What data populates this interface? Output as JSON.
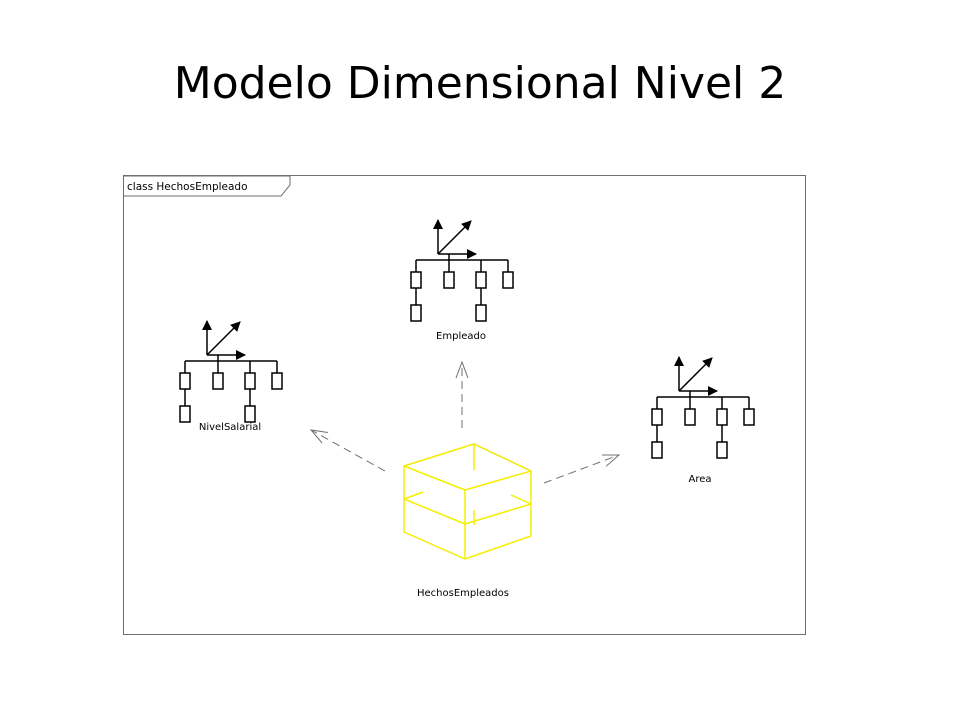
{
  "slide": {
    "title": "Modelo Dimensional Nivel 2"
  },
  "diagram": {
    "frame_label": "class HechosEmpleado",
    "fact": {
      "name": "HechosEmpleados",
      "color": "#f5ee00"
    },
    "dimensions": [
      {
        "id": "empleado",
        "name": "Empleado"
      },
      {
        "id": "nivelsalarial",
        "name": "NivelSalarial"
      },
      {
        "id": "area",
        "name": "Area"
      }
    ],
    "relationships": [
      {
        "from": "HechosEmpleados",
        "to": "NivelSalarial",
        "style": "dashed-arrow"
      },
      {
        "from": "HechosEmpleados",
        "to": "Empleado",
        "style": "dashed-arrow"
      },
      {
        "from": "HechosEmpleados",
        "to": "Area",
        "style": "dashed-arrow"
      }
    ]
  }
}
